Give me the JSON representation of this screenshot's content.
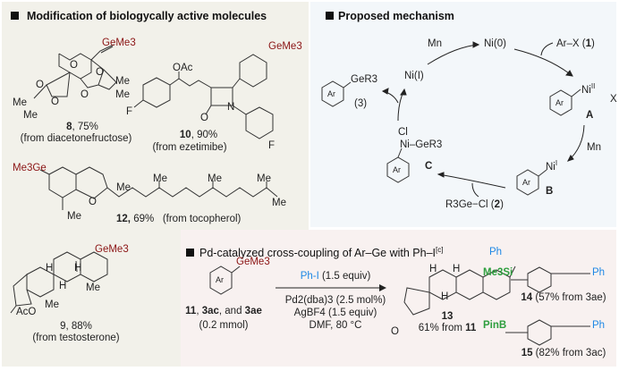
{
  "panels": {
    "modification": {
      "title": "Modification of biologycally active molecules"
    },
    "mechanism": {
      "title": "Proposed mechanism"
    },
    "coupling": {
      "title": "Pd-catalyzed cross-coupling of Ar–Ge with Ph–I",
      "title_sup": "[c]"
    }
  },
  "compounds": {
    "c8": {
      "group": "GeMe3",
      "id": "8",
      "yield": ", 75%",
      "source": "(from diacetonefructose)",
      "atoms": [
        "O",
        "O",
        "O",
        "O",
        "O",
        "Me",
        "Me",
        "Me",
        "Me"
      ]
    },
    "c10": {
      "group": "GeMe3",
      "id": "10",
      "yield": ", 90%",
      "source": "(from ezetimibe)",
      "atoms": [
        "OAc",
        "F",
        "O",
        "N",
        "F"
      ]
    },
    "c12": {
      "group": "Me3Ge",
      "id": "12,",
      "yield": " 69%",
      "source": "(from tocopherol)",
      "atoms": [
        "Me",
        "O",
        "Me",
        "Me",
        "Me",
        "Me",
        "Me"
      ]
    },
    "c9": {
      "group": "GeMe3",
      "id": "9, 88%",
      "source": "(from testosterone)",
      "atoms": [
        "H",
        "H",
        "H",
        "Me",
        "Me",
        "AcO"
      ]
    }
  },
  "mechanism": {
    "ni0": "Ni(0)",
    "mn1": "Mn",
    "arx": "Ar–X (",
    "arx_num": "1",
    "arx_end": ")",
    "ni1": "Ni(I)",
    "product_group": "GeR3",
    "product_label": "(3)",
    "ar": "Ar",
    "A_ni": "Ni",
    "A_ox": "II",
    "A_x": "X",
    "A": "A",
    "mn2": "Mn",
    "B_ni": "Ni",
    "B_ox": "I",
    "B": "B",
    "C_cl": "Cl",
    "C_ni": "Ni–GeR3",
    "C": "C",
    "reagent": "R3Ge−Cl (",
    "reagent_num": "2",
    "reagent_end": ")"
  },
  "coupling": {
    "substrate_group": "GeMe3",
    "substrate_ar": "Ar",
    "substrate_label_1": "11",
    "substrate_label_2": ", ",
    "substrate_label_3": "3ac",
    "substrate_label_4": ", and ",
    "substrate_label_5": "3ae",
    "scale": "(0.2 mmol)",
    "reagent_phi": "Ph-I",
    "reagent_phi_amt": " (1.5 equiv)",
    "catalyst": "Pd2(dba)3 (2.5 mol%)",
    "additive": "AgBF4 (1.5 equiv)",
    "conditions": "DMF, 80 °C",
    "product13": {
      "group": "Ph",
      "id": "13",
      "yield": "61% from ",
      "from": "11",
      "atoms": [
        "H",
        "H",
        "H",
        "O"
      ]
    },
    "product14": {
      "group": "Me3Si",
      "ph": "Ph",
      "id": "14",
      "yield": " (57% from 3ae)"
    },
    "product15": {
      "group": "PinB",
      "ph": "Ph",
      "id": "15",
      "yield": " (82% from 3ac)"
    }
  },
  "colors": {
    "germanium": "#8b1414",
    "phenyl": "#1e88e5",
    "silicon_boron": "#2e9e3e",
    "left_bg": "#f2f1ea",
    "mech_bg": "#f3f7fa",
    "pd_bg": "#f8f1f0"
  }
}
